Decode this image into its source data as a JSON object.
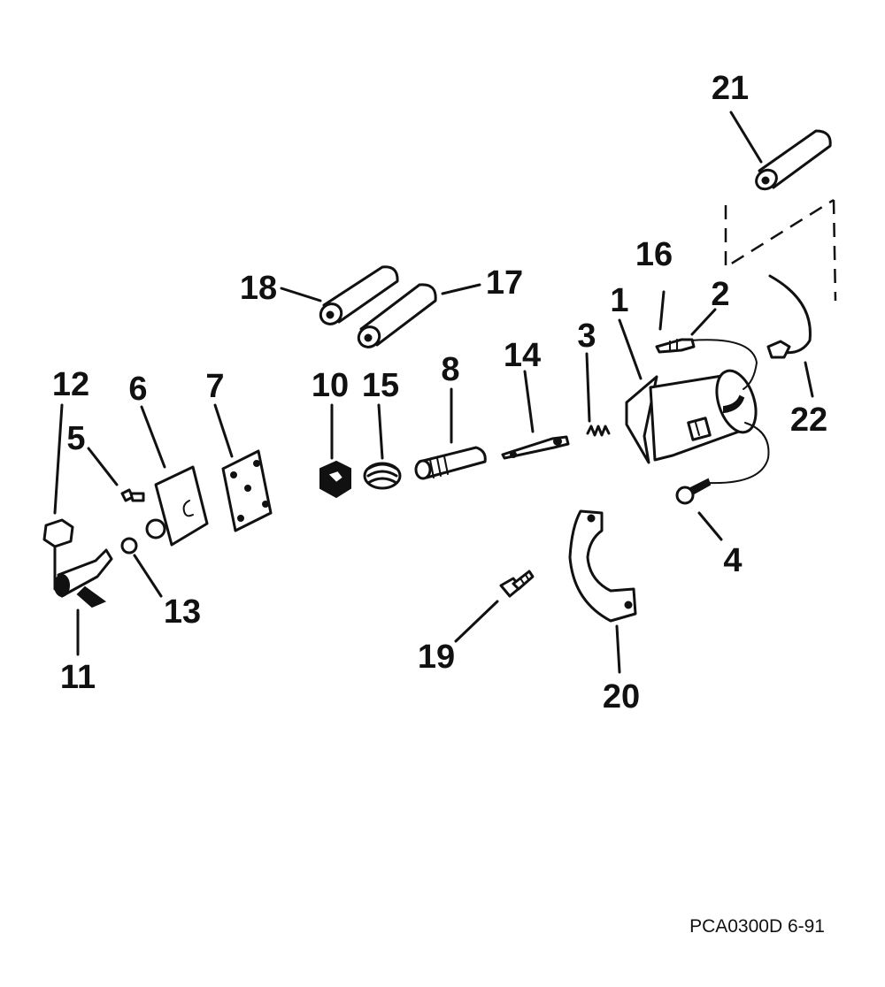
{
  "diagram": {
    "reference_code": "PCA0300D 6-91",
    "callouts": {
      "c1": "1",
      "c2": "2",
      "c3": "3",
      "c4": "4",
      "c5": "5",
      "c6": "6",
      "c7": "7",
      "c8": "8",
      "c10": "10",
      "c11": "11",
      "c12": "12",
      "c13": "13",
      "c14": "14",
      "c15": "15",
      "c16": "16",
      "c17": "17",
      "c18": "18",
      "c19": "19",
      "c20": "20",
      "c21": "21",
      "c22": "22"
    }
  }
}
